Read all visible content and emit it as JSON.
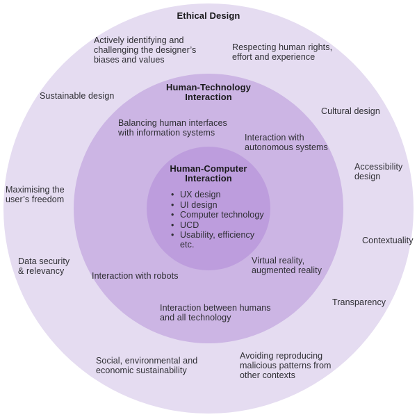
{
  "colors": {
    "background": "#ffffff",
    "outer_ring": "#e5dcf1",
    "middle_ring": "#ccb5e4",
    "inner_circle": "#bd9ddd",
    "text": "#2e2e33",
    "heading_text": "#1a1a1d"
  },
  "rings": {
    "outer_title": "Ethical Design",
    "middle_title": "Human-Technology\nInteraction",
    "inner_title": "Human-Computer\nInteraction"
  },
  "inner": {
    "items": [
      "UX design",
      "UI design",
      "Computer technology",
      "UCD",
      "Usability, efficiency\netc."
    ]
  },
  "labels": {
    "actively": "Actively identifying and\nchallenging the designer’s\nbiases and values",
    "respecting": "Respecting human rights,\neffort and experience",
    "sustainable": "Sustainable design",
    "cultural": "Cultural design",
    "balancing": "Balancing human interfaces\nwith information systems",
    "autonomous": "Interaction with\nautonomous systems",
    "accessibility": "Accessibility\ndesign",
    "maximising": "Maximising the\nuser’s freedom",
    "contextuality": "Contextuality",
    "datasec": "Data security\n& relevancy",
    "robots": "Interaction with robots",
    "vr": "Virtual reality,\naugmented reality",
    "between": "Interaction between humans\nand all technology",
    "transparency": "Transparency",
    "social": "Social, environmental and\neconomic sustainability",
    "avoiding": "Avoiding reproducing\nmalicious patterns from\nother contexts"
  }
}
